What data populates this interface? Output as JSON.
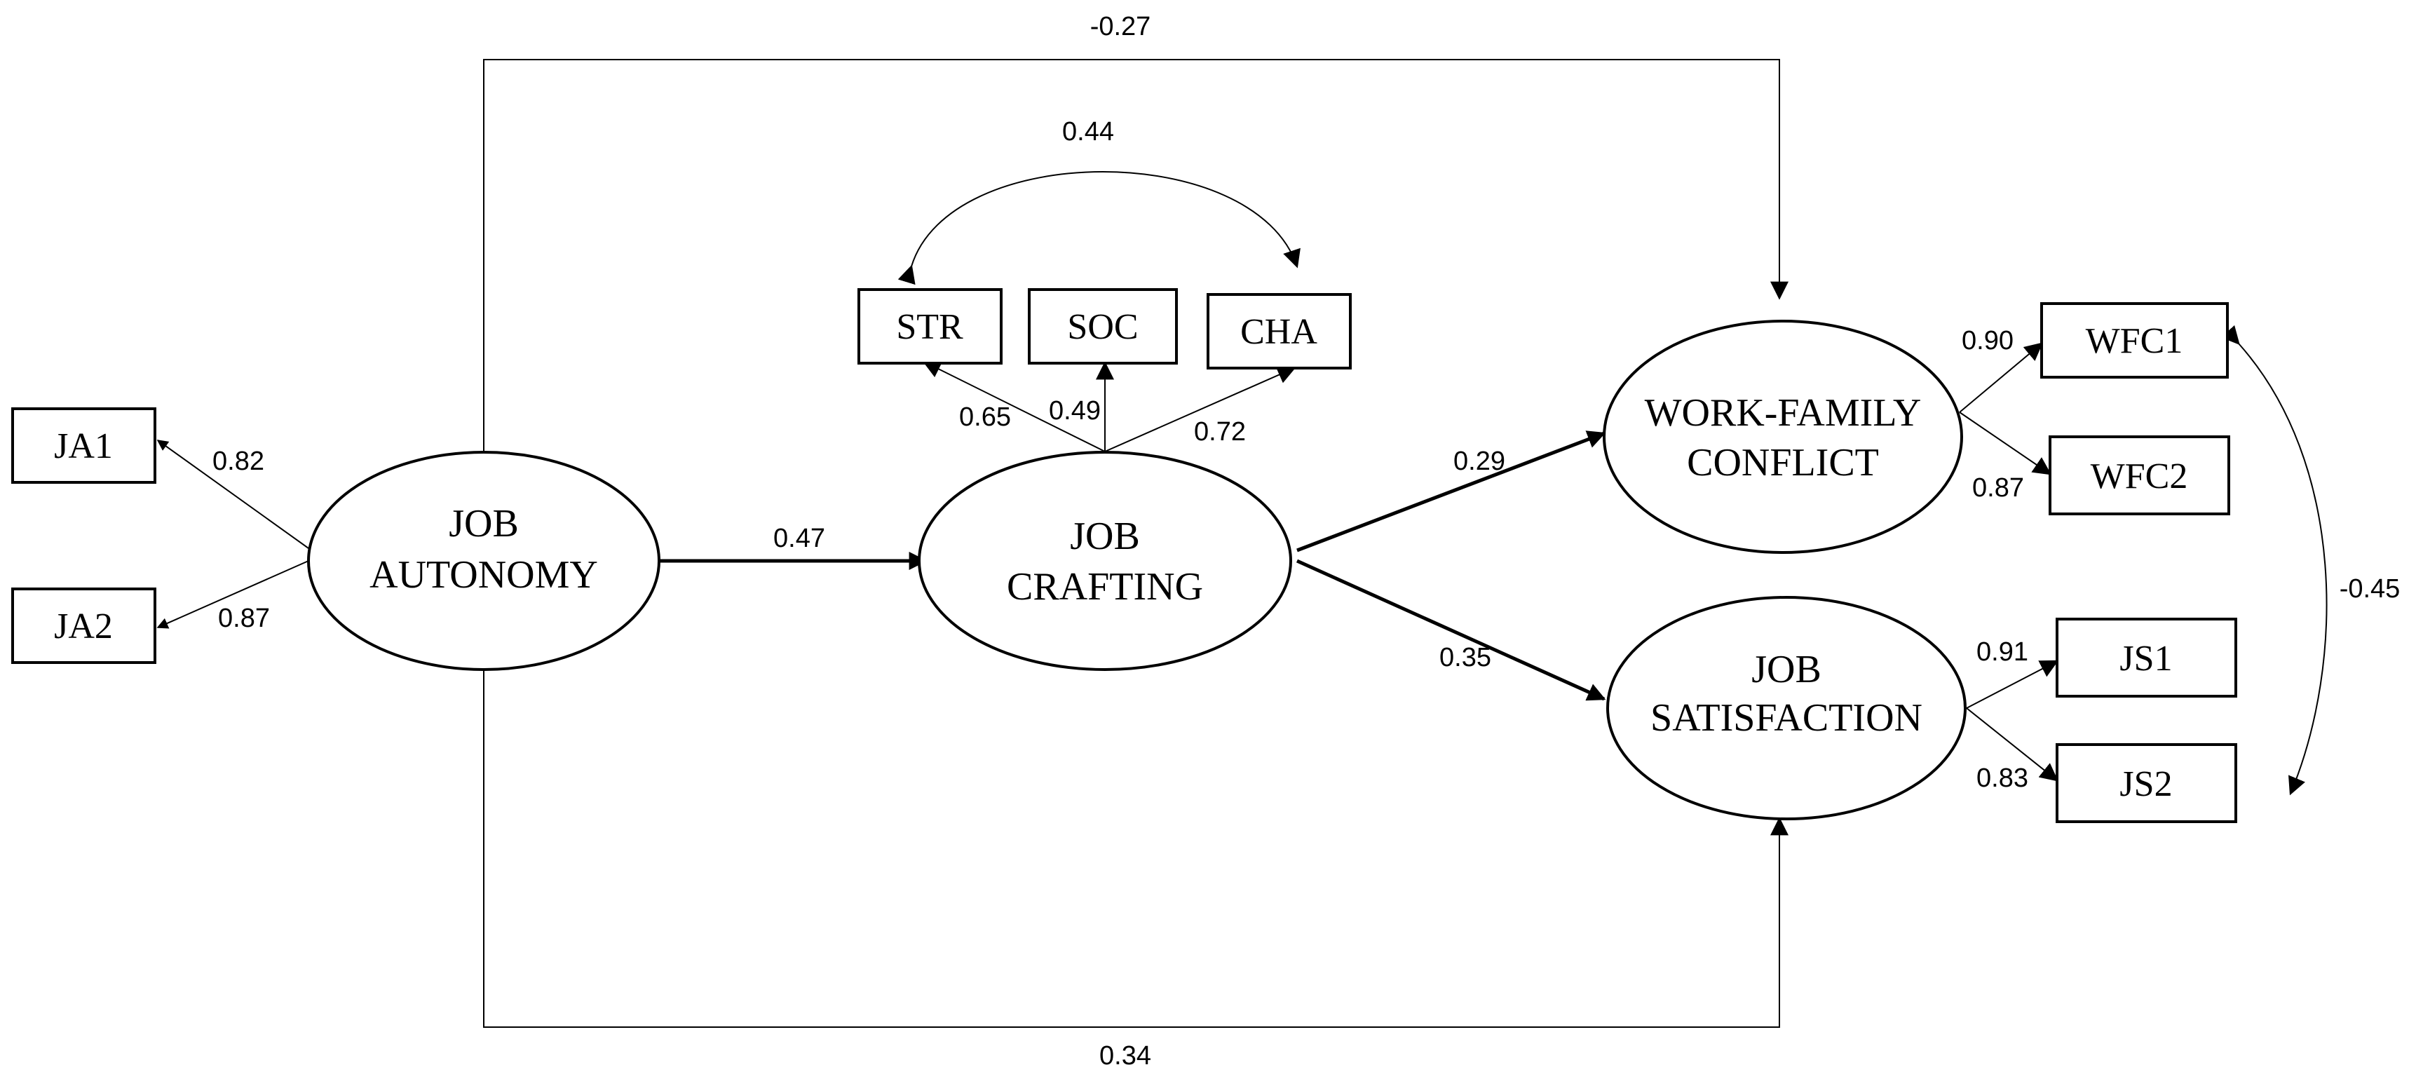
{
  "latent": {
    "job_autonomy": {
      "line1": "JOB",
      "line2": "AUTONOMY"
    },
    "job_crafting": {
      "line1": "JOB",
      "line2": "CRAFTING"
    },
    "work_family_conflict": {
      "line1": "WORK-FAMILY",
      "line2": "CONFLICT"
    },
    "job_satisfaction": {
      "line1": "JOB",
      "line2": "SATISFACTION"
    }
  },
  "indicators": {
    "ja1": "JA1",
    "ja2": "JA2",
    "str": "STR",
    "soc": "SOC",
    "cha": "CHA",
    "wfc1": "WFC1",
    "wfc2": "WFC2",
    "js1": "JS1",
    "js2": "JS2"
  },
  "coefficients": {
    "ja_wfc": "-0.27",
    "ja_js": "0.34",
    "ja_jc": "0.47",
    "jc_wfc": "0.29",
    "jc_js": "0.35",
    "str_cha_cov": "0.44",
    "wfc_js_cov": "-0.45",
    "ja1": "0.82",
    "ja2": "0.87",
    "str": "0.65",
    "soc": "0.49",
    "cha": "0.72",
    "wfc1": "0.90",
    "wfc2": "0.87",
    "js1": "0.91",
    "js2": "0.83"
  }
}
